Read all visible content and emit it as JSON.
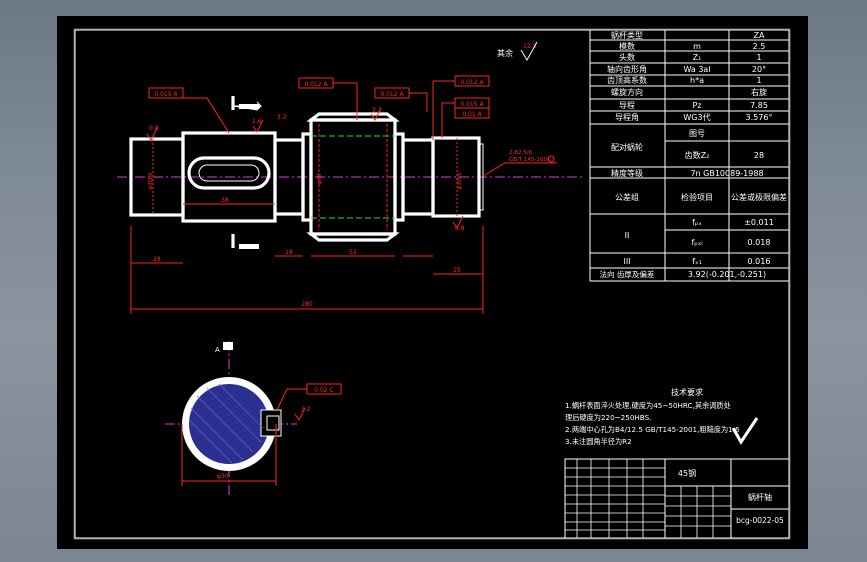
{
  "params": {
    "rows": [
      {
        "name": "蜗杆类型",
        "sym": "",
        "val": "ZA"
      },
      {
        "name": "模数",
        "sym": "m",
        "val": "2.5"
      },
      {
        "name": "头数",
        "sym": "Z₁",
        "val": "1"
      },
      {
        "name": "轴向齿形角",
        "sym": "Wa 3al",
        "val": "20°"
      },
      {
        "name": "齿顶高系数",
        "sym": "h*a",
        "val": "1"
      },
      {
        "name": "螺旋方向",
        "sym": "",
        "val": "右旋"
      },
      {
        "name": "导程",
        "sym": "Pz",
        "val": "7.85"
      },
      {
        "name": "导程角",
        "sym": "WG3代",
        "val": "3.576°"
      }
    ],
    "mating_label": "配对蜗轮",
    "mating_sub": [
      {
        "name": "图号",
        "val": ""
      },
      {
        "name": "齿数Z₂",
        "val": "28"
      }
    ],
    "accuracy": {
      "name": "精度等级",
      "val": "7n GB10089-1988"
    },
    "tol_group_label": "公差组",
    "tol_item_label": "检验项目",
    "tol_value_label": "公差或极限偏差",
    "group2": "II",
    "group3": "III",
    "tol_rows": [
      {
        "sym": "fₚₓ",
        "val": "±0.011"
      },
      {
        "sym": "fₚₓₗ",
        "val": "0.018"
      },
      {
        "sym": "fₓ₁",
        "val": "0.016"
      }
    ],
    "thickness": {
      "name": "法向 齿厚及偏差",
      "val": "3.92(-0.201,-0.251)"
    }
  },
  "tech": {
    "title": "技术要求",
    "lines": [
      "1.蜗杆表面淬火处理,硬度为45~50HRC,其余调质处",
      "理后硬度为220~250HBS.",
      "2.两端中心孔为B4/12.5 GB/T145-2001,粗糙度为1.6",
      "3.未注圆角半径为R2"
    ]
  },
  "title_block": {
    "material": "45钢",
    "part_name": "蜗杆轴",
    "drawing_no": "bcg-0022-05"
  },
  "annotations": {
    "roughness_other_label": "其余",
    "roughness_other_val": "12.5",
    "roughness_1": "1.6",
    "roughness_2": "3.2",
    "roughness_3": "0.8",
    "roughness_4": "3.2",
    "roughness_5": "0.8",
    "fcf_top_left": "0.012 A",
    "fcf_top_left2": "0.015 A",
    "fcf_right1": "0.012 A",
    "fcf_right2": "0.015 A",
    "fcf_right3": "0.01 A",
    "fcf_mid": "0.012 A",
    "center_hole_line1": "2-B2.5/8",
    "center_hole_line2": "GB/T 145-2001",
    "dim_28": "28",
    "dim_38": "38",
    "dim_18": "18",
    "dim_52": "52",
    "dim_25": "25",
    "dim_280": "280",
    "dim_left_d": "φ35k6",
    "dim_keyway_d": "φ38",
    "dim_right_d": "φ30k6",
    "section_label": "A",
    "section_fcf": "0.02 C",
    "section_rough": "3.2",
    "section_dia": "φ30"
  },
  "colors": {
    "background": "#000000",
    "outline": "#ffffff",
    "dimension": "#ff2222",
    "centerline": "#d63bd6",
    "pitchline": "#22dd44",
    "hatch": "#2b2f8f"
  }
}
